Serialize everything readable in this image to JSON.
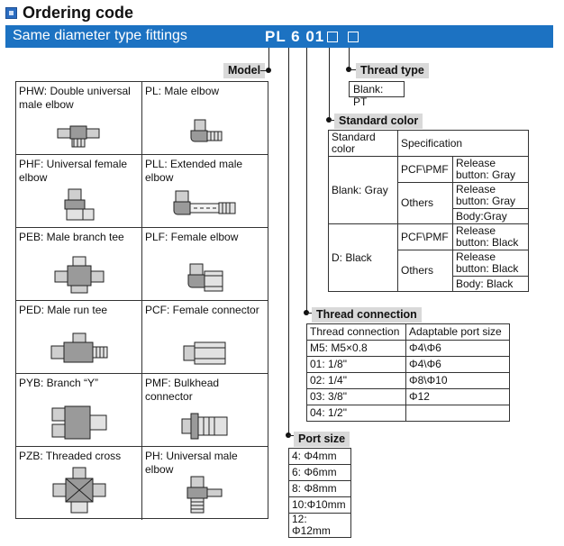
{
  "header": {
    "title": "Ordering code",
    "banner_left": "Same diameter type fittings",
    "banner_code": "PL 6 01"
  },
  "labels": {
    "model": "Model",
    "thread_type": "Thread type",
    "standard_color": "Standard color",
    "thread_connection": "Thread connection",
    "port_size": "Port size"
  },
  "models": [
    {
      "label": "PHW: Double universal male elbow",
      "icon": "double-universal-male-elbow-icon"
    },
    {
      "label": "PL: Male elbow",
      "icon": "male-elbow-icon"
    },
    {
      "label": "PHF: Universal female elbow",
      "icon": "universal-female-elbow-icon"
    },
    {
      "label": "PLL: Extended male elbow",
      "icon": "extended-male-elbow-icon"
    },
    {
      "label": "PEB: Male branch tee",
      "icon": "male-branch-tee-icon"
    },
    {
      "label": "PLF: Female elbow",
      "icon": "female-elbow-icon"
    },
    {
      "label": "PED: Male run tee",
      "icon": "male-run-tee-icon"
    },
    {
      "label": "PCF:  Female connector",
      "icon": "female-connector-icon"
    },
    {
      "label": "PYB: Branch “Y”",
      "icon": "branch-y-icon"
    },
    {
      "label": "PMF: Bulkhead connector",
      "icon": "bulkhead-connector-icon"
    },
    {
      "label": "PZB: Threaded cross",
      "icon": "threaded-cross-icon"
    },
    {
      "label": "PH: Universal male elbow",
      "icon": "universal-male-elbow-icon"
    }
  ],
  "thread_type": {
    "value": "Blank: PT"
  },
  "standard_color": {
    "head_color": "Standard color",
    "head_spec": "Specification",
    "blank": "Blank: Gray",
    "black": "D: Black",
    "pcf_pmf": "PCF\\PMF",
    "others": "Others",
    "gray_release": "Release button: Gray",
    "gray_body": "Body:Gray",
    "black_release": "Release button: Black",
    "black_body": "Body: Black"
  },
  "thread_connection": {
    "headers": [
      "Thread connection",
      "Adaptable port size"
    ],
    "rows": [
      {
        "thread": "M5: M5×0.8",
        "port": "Φ4\\Φ6"
      },
      {
        "thread": "01: 1/8\"",
        "port": "Φ4\\Φ6"
      },
      {
        "thread": "02: 1/4\"",
        "port": "Φ8\\Φ10"
      },
      {
        "thread": "03: 3/8\"",
        "port": "Φ12"
      },
      {
        "thread": "04: 1/2\"",
        "port": ""
      }
    ]
  },
  "port_size": [
    "4: Φ4mm",
    "6: Φ6mm",
    "8: Φ8mm",
    "10:Φ10mm",
    "12: Φ12mm"
  ],
  "colors": {
    "banner": "#1c72c2",
    "tag": "#d9d9d9"
  }
}
